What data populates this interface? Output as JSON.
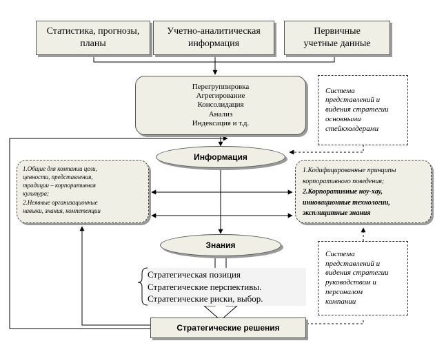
{
  "sources": [
    {
      "lines": [
        "Статистика, прогнозы,",
        "планы"
      ]
    },
    {
      "lines": [
        "Учетно-аналитическая",
        "информация"
      ]
    },
    {
      "lines": [
        "Первичные",
        "учетные данные"
      ]
    }
  ],
  "processing": {
    "lines": [
      "Перегруппировка",
      "Агрегирование",
      "Консолидация",
      "Анализ",
      "Индексация и т.д."
    ]
  },
  "information_label": "Информация",
  "knowledge_label": "Знания",
  "decisions_label": "Стратегические решения",
  "stakeholder_note": {
    "lines": [
      "Система",
      "представлений и",
      "видения стратегии",
      "основными",
      "стейкхолдерами"
    ]
  },
  "management_note": {
    "lines": [
      "Система",
      "представлений и",
      "видения стратегии",
      "руководством  и",
      "персоналом",
      "компании"
    ]
  },
  "left_panel": {
    "lines": [
      "1.Общие для компании  цели,",
      "ценности, представления,",
      "традиции – корпоративная",
      "культура;",
      "2.Неявные организационные",
      "навыки, знания, компетенции"
    ]
  },
  "right_panel": {
    "lines": [
      "1.Кодифицированные принципы",
      "корпоративного поведения;",
      "2.Корпоративные ноу-хау,",
      "инновационные технологии,",
      "эксплицитные знания"
    ]
  },
  "strategy_items": [
    "Стратегическая позиция",
    "Стратегические перспективы.",
    "Стратегические     риски, выбор."
  ]
}
